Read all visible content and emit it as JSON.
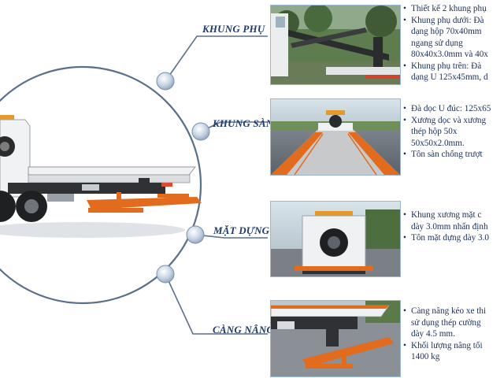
{
  "colors": {
    "label": "#1f3a6b",
    "text": "#1a2f5a",
    "circle": "#5a6f8a",
    "node": "#c9d6e6",
    "truck_orange": "#e36b1e",
    "truck_white": "#f1f2f3"
  },
  "sections": [
    {
      "label": "KHUNG PHỤ",
      "bullets": [
        {
          "lines": [
            "Thiết kế 2 khung phụ"
          ]
        },
        {
          "lines": [
            "Khung phụ dưới: Đà",
            "dạng hộp 70x40mm",
            "ngang sử dụng",
            "80x40x3.0mm và 40x"
          ]
        },
        {
          "lines": [
            "Khung phụ trên: Đà",
            "dạng U 125x45mm, d"
          ]
        }
      ]
    },
    {
      "label": "KHUNG SÀN",
      "bullets": [
        {
          "lines": [
            "Đà dọc U đúc: 125x65"
          ]
        },
        {
          "lines": [
            "Xương dọc và xương",
            "thép hộp 50x",
            "50x50x2.0mm."
          ]
        },
        {
          "lines": [
            "Tôn sàn chống trượt"
          ]
        }
      ]
    },
    {
      "label": "MẶT DỰNG",
      "bullets": [
        {
          "lines": [
            "Khung xương mặt c",
            "dày 3.0mm nhấn định"
          ]
        },
        {
          "lines": [
            "Tôn mặt dựng dày 3.0"
          ]
        }
      ]
    },
    {
      "label": "CÀNG NÂNG",
      "bullets": [
        {
          "lines": [
            "Càng nâng kéo xe thi",
            "sử dụng thép cường",
            "dày 4.5 mm."
          ]
        },
        {
          "lines": [
            "Khối lượng nâng tối",
            "1400 kg"
          ]
        }
      ]
    }
  ]
}
